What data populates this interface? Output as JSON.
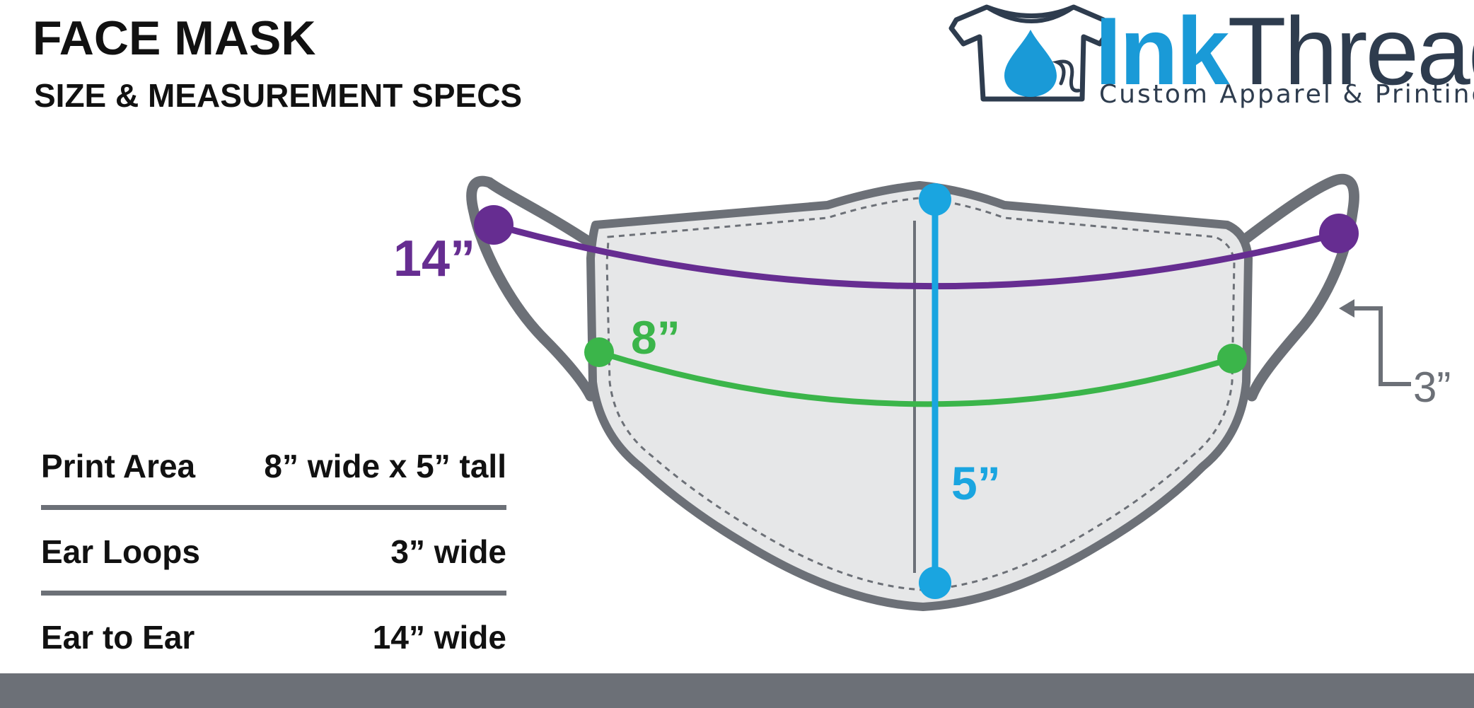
{
  "header": {
    "title": "FACE MASK",
    "subtitle": "SIZE & MEASUREMENT SPECS"
  },
  "logo": {
    "brand_part1": "Ink",
    "brand_part2": "Thread",
    "tagline": "Custom Apparel & Printing",
    "icon": "tshirt-with-ink-drop-icon"
  },
  "diagram": {
    "ear_to_ear_label": "14”",
    "print_width_label": "8”",
    "print_height_label": "5”",
    "ear_loop_label": "3”"
  },
  "specs": [
    {
      "label": "Print Area",
      "value": "8” wide x 5” tall"
    },
    {
      "label": "Ear Loops",
      "value": "3” wide"
    },
    {
      "label": "Ear to Ear",
      "value": "14” wide"
    }
  ],
  "colors": {
    "ear_to_ear": "#662d91",
    "print_width": "#3bb54a",
    "print_height": "#1aa5e0",
    "mask_fill": "#e6e7e8",
    "mask_outline": "#6c7077",
    "brand_blue": "#1a9ad7",
    "brand_dark": "#2e3c4e",
    "footer": "#6c7077"
  }
}
